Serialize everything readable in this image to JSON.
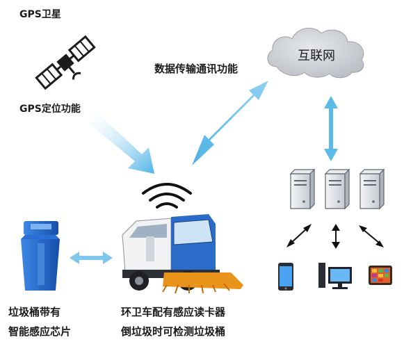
{
  "labels": {
    "gps_satellite": "GPS卫星",
    "gps_positioning": "GPS定位功能",
    "data_transmission": "数据传输通讯功能",
    "internet": "互联网",
    "bin_line1": "垃圾桶带有",
    "bin_line2": "智能感应芯片",
    "truck_line1": "环卫车配有感应读卡器",
    "truck_line2": "倒垃圾时可检测垃圾桶"
  },
  "colors": {
    "arrow": "#5bbbe8",
    "cloud": "#cfd3d8",
    "bin": "#1e63c9",
    "text": "#1a1a1a"
  },
  "icons": [
    "satellite-icon",
    "cloud-icon",
    "server-icon",
    "trash-bin-icon",
    "sweeper-truck-icon",
    "wifi-signal-icon",
    "smartphone-icon",
    "desktop-computer-icon",
    "tablet-icon"
  ]
}
